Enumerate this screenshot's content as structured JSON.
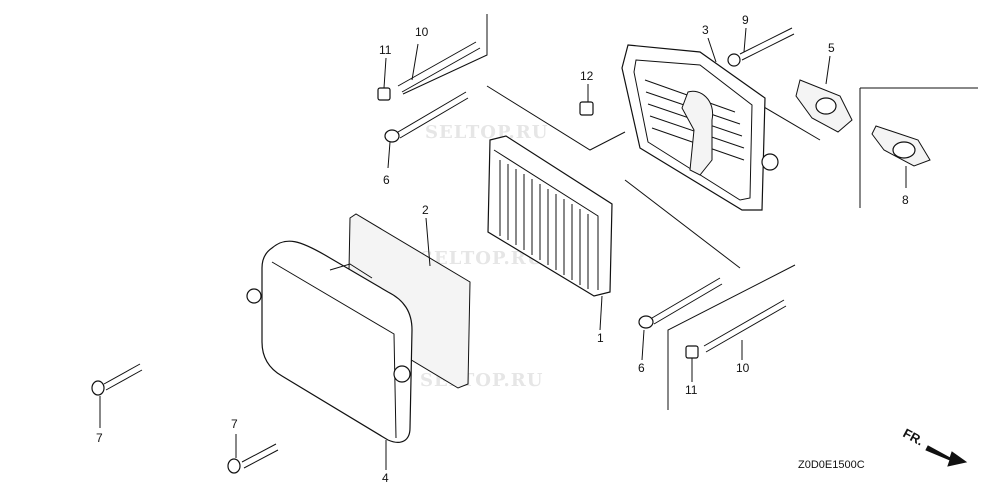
{
  "diagram": {
    "watermark": "SELTOP.RU",
    "code": "Z0D0E1500C",
    "front_indicator": "FR.",
    "callouts": {
      "c1": "1",
      "c2": "2",
      "c3": "3",
      "c4": "4",
      "c5": "5",
      "c6a": "6",
      "c6b": "6",
      "c7a": "7",
      "c7b": "7",
      "c8": "8",
      "c9": "9",
      "c10a": "10",
      "c10b": "10",
      "c11a": "11",
      "c11b": "11",
      "c12": "12"
    }
  }
}
